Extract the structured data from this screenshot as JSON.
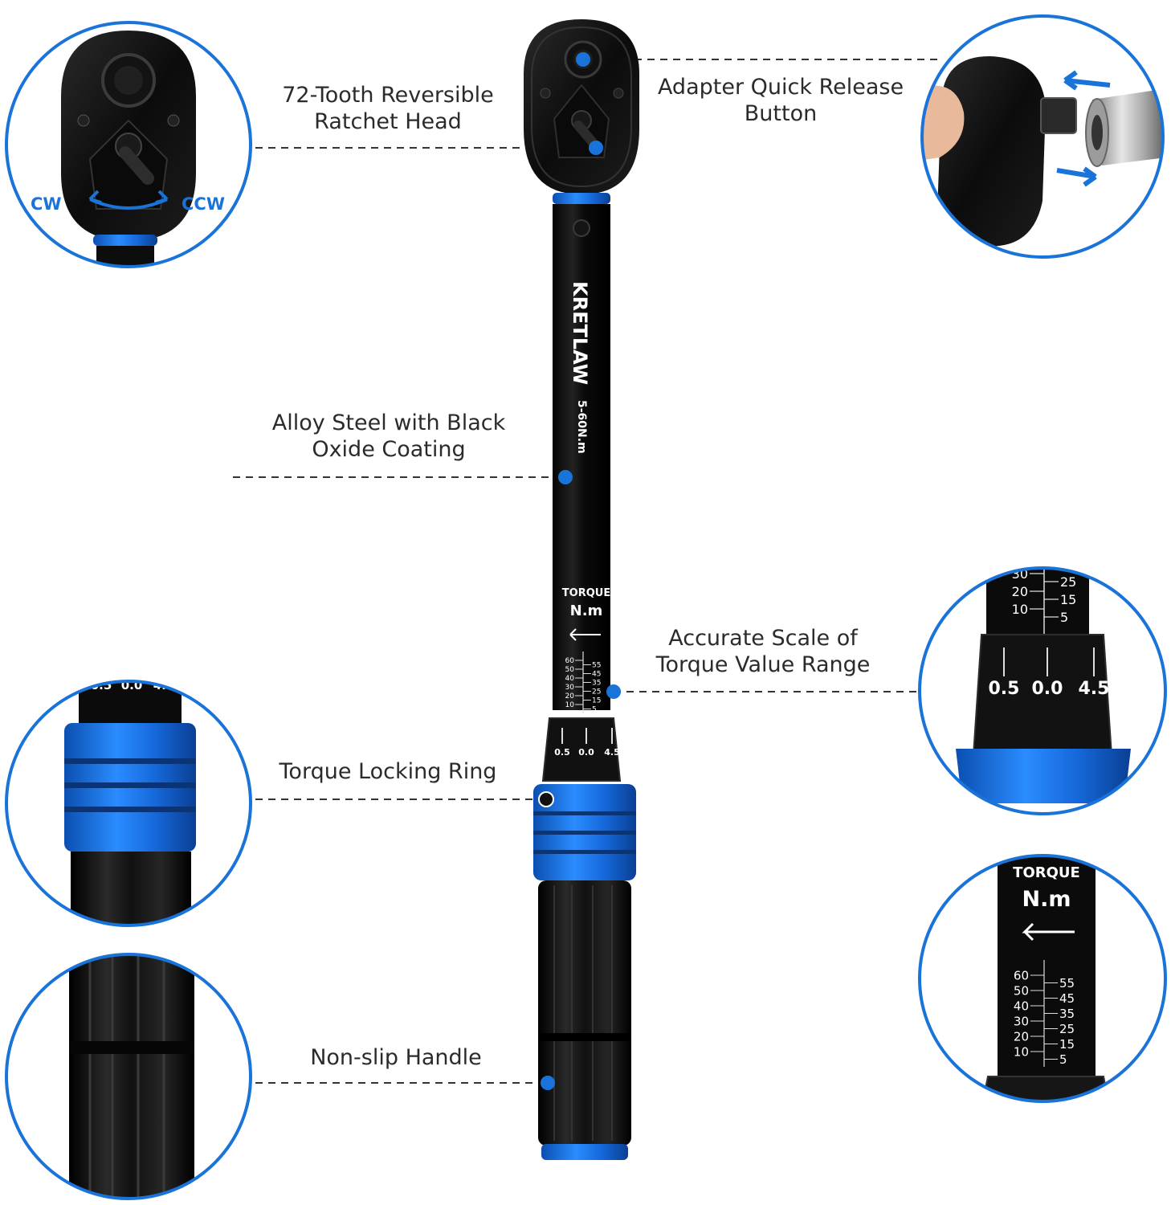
{
  "brand": "KRETLAW",
  "range": "5-60N.m",
  "scale": {
    "title": "TORQUE",
    "unit": "N.m",
    "left": [
      "60",
      "50",
      "40",
      "30",
      "20",
      "10"
    ],
    "right": [
      "55",
      "45",
      "35",
      "25",
      "15",
      "5"
    ],
    "dial": [
      "0.5",
      "0.0",
      "4.5"
    ]
  },
  "callouts": {
    "ratchet_head": [
      "72-Tooth Reversible",
      "Ratchet Head"
    ],
    "quick_release": [
      "Adapter Quick Release",
      "Button"
    ],
    "alloy_steel": [
      "Alloy Steel with Black",
      "Oxide Coating"
    ],
    "accurate_scale": [
      "Accurate Scale of",
      "Torque Value Range"
    ],
    "locking_ring": "Torque Locking Ring",
    "handle": "Non-slip Handle"
  },
  "directions": {
    "cw": "CW",
    "ccw": "CCW"
  },
  "colors": {
    "accent": "#1a73d9",
    "body": "#0d0d0d",
    "ring": "#1677e6",
    "text": "#2b2b2b"
  }
}
